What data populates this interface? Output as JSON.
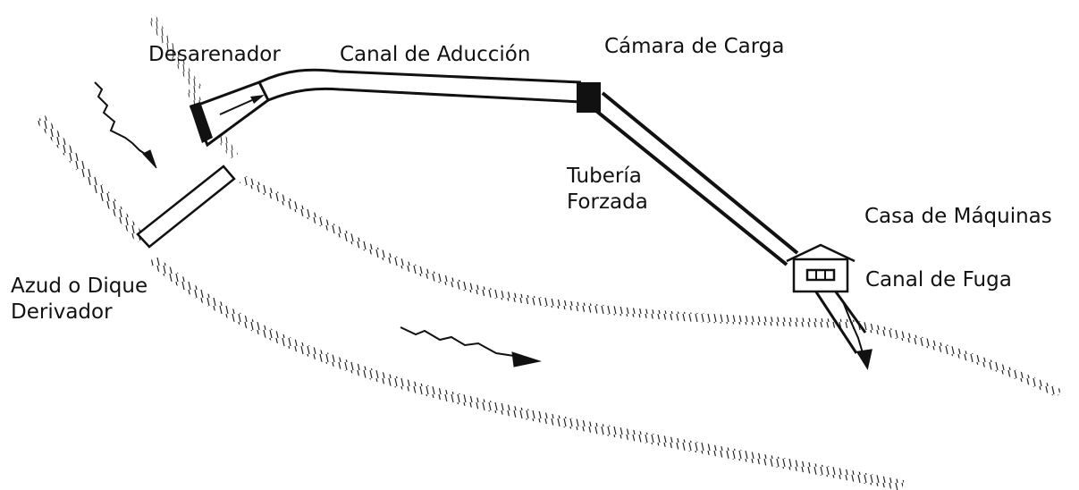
{
  "labels": {
    "desarenador": "Desarenador",
    "canal_aduccion": "Canal de Aducción",
    "camara_carga": "Cámara de Carga",
    "tuberia_line1": "Tubería",
    "tuberia_line2": "Forzada",
    "casa_maquinas": "Casa de Máquinas",
    "canal_fuga": "Canal de Fuga",
    "azud_line1": "Azud o Dique",
    "azud_line2": "Derivador"
  },
  "colors": {
    "ink": "#111111",
    "background": "#ffffff"
  }
}
